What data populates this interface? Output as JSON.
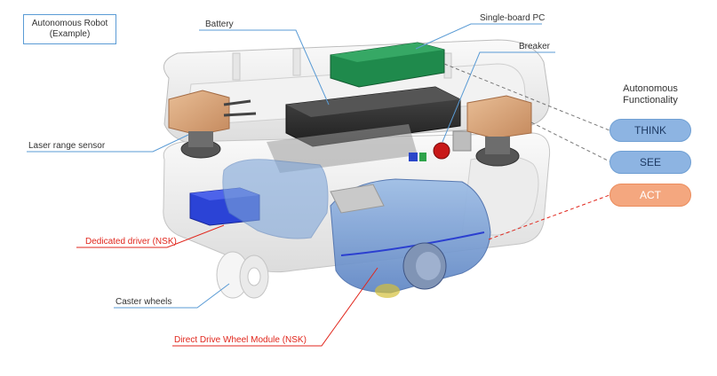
{
  "title": {
    "line1": "Autonomous Robot",
    "line2": "(Example)"
  },
  "labels": {
    "battery": "Battery",
    "single_board_pc": "Single-board PC",
    "breaker": "Breaker",
    "laser_range_sensor": "Laser range sensor",
    "dedicated_driver": "Dedicated driver (NSK)",
    "caster_wheels": "Caster wheels",
    "direct_drive_wheel_module": "Direct Drive Wheel Module (NSK)"
  },
  "functionality": {
    "heading_line1": "Autonomous",
    "heading_line2": "Functionality",
    "think": "THINK",
    "see": "SEE",
    "act": "ACT"
  },
  "colors": {
    "leader_blue": "#5a9bd5",
    "leader_red": "#e1261c",
    "think_see_fill": "#8db4e2",
    "act_fill": "#f4a77f",
    "pc_green": "#1f8a4c",
    "sensor_tan": "#d9a67c",
    "driver_blue": "#2b43d6",
    "module_translucent_blue": "#7fa6d9"
  }
}
